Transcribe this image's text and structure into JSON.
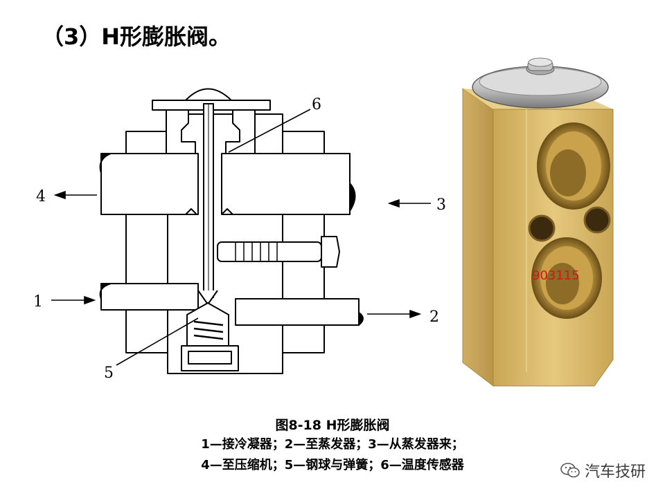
{
  "title": "（3）H形膨胀阀。",
  "labels": {
    "n1": "1",
    "n2": "2",
    "n3": "3",
    "n4": "4",
    "n5": "5",
    "n6": "6"
  },
  "photo_stamp": "903115",
  "caption": {
    "title": "图8-18  H形膨胀阀",
    "line1": "1—接冷凝器；2—至蒸发器；3—从蒸发器来；",
    "line2": "4—至压缩机；5—钢球与弹簧；6—温度传感器"
  },
  "watermark": {
    "text": "汽车技研",
    "icon": "wechat-icon"
  },
  "colors": {
    "brass": "#d9b86a",
    "brass_dark": "#a8863d",
    "stamp_red": "#d01818"
  }
}
